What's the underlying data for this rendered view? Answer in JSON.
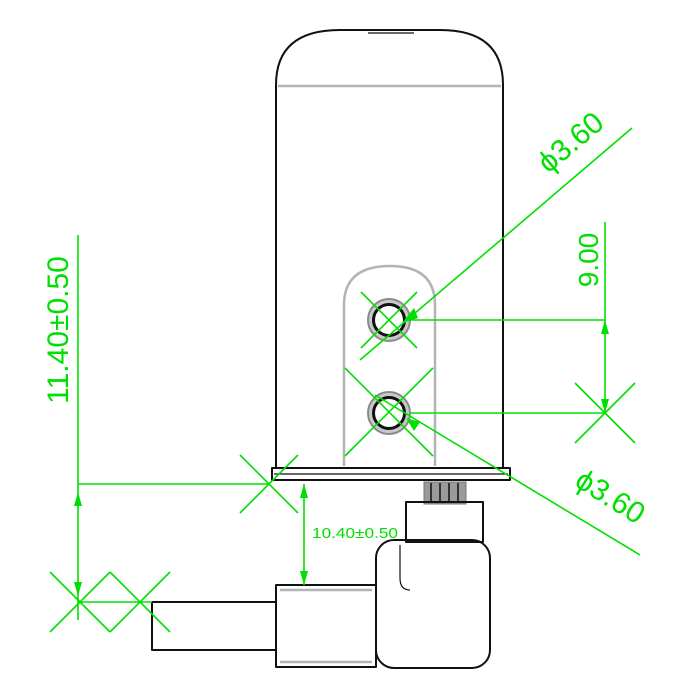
{
  "dimensions": {
    "height_total": "11.40±0.50",
    "height_plug": "10.40±0.50",
    "hole_spacing": "9.00",
    "hole_diameter_top": "ϕ3.60",
    "hole_diameter_bottom": "ϕ3.60"
  },
  "colors": {
    "dimension": "#00e000",
    "outline": "#111111",
    "hidden_detail": "#b4b4b4",
    "background": "#ffffff"
  }
}
